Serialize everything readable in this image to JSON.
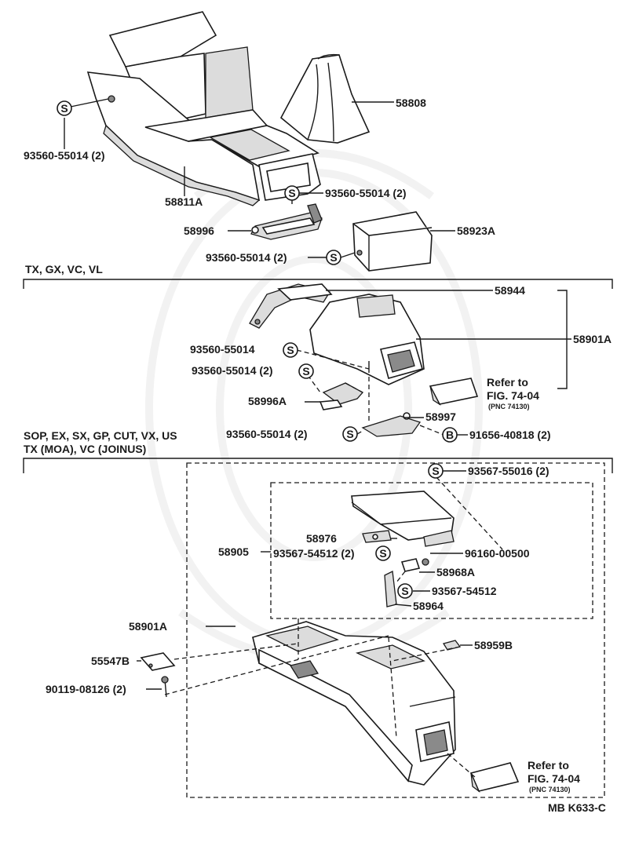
{
  "parts": {
    "p58808": "58808",
    "p93560_left": "93560-55014 (2)",
    "p58811A": "58811A",
    "p93560_upper_right": "93560-55014 (2)",
    "p58996": "58996",
    "p58923A": "58923A",
    "p93560_lower": "93560-55014 (2)",
    "p58944": "58944",
    "p58901A_mid": "58901A",
    "p93560_mid1": "93560-55014",
    "p93560_mid2": "93560-55014 (2)",
    "p58996A": "58996A",
    "p58997": "58997",
    "p93560_mid3": "93560-55014 (2)",
    "p91656": "91656-40818 (2)",
    "p93567_55016": "93567-55016 (2)",
    "p58976": "58976",
    "p96160": "96160-00500",
    "p58905": "58905",
    "p93567_54512_2": "93567-54512 (2)",
    "p58968A": "58968A",
    "p93567_54512": "93567-54512",
    "p58964": "58964",
    "p58901A_bottom": "58901A",
    "p55547B": "55547B",
    "p58959B": "58959B",
    "p90119": "90119-08126 (2)"
  },
  "symbols": {
    "screw": "S",
    "bolt": "B"
  },
  "sections": {
    "group1": "TX, GX, VC, VL",
    "group2_line1": "SOP, EX, SX, GP, CUT, VX, US",
    "group2_line2": "TX (MOA), VC (JOINUS)"
  },
  "references": {
    "ref1_line1": "Refer to",
    "ref1_line2": "FIG. 74-04",
    "ref1_pnc": "(PNC 74130)",
    "ref2_line1": "Refer to",
    "ref2_line2": "FIG. 74-04",
    "ref2_pnc": "(PNC 74130)"
  },
  "figure_code": "MB K633-C"
}
